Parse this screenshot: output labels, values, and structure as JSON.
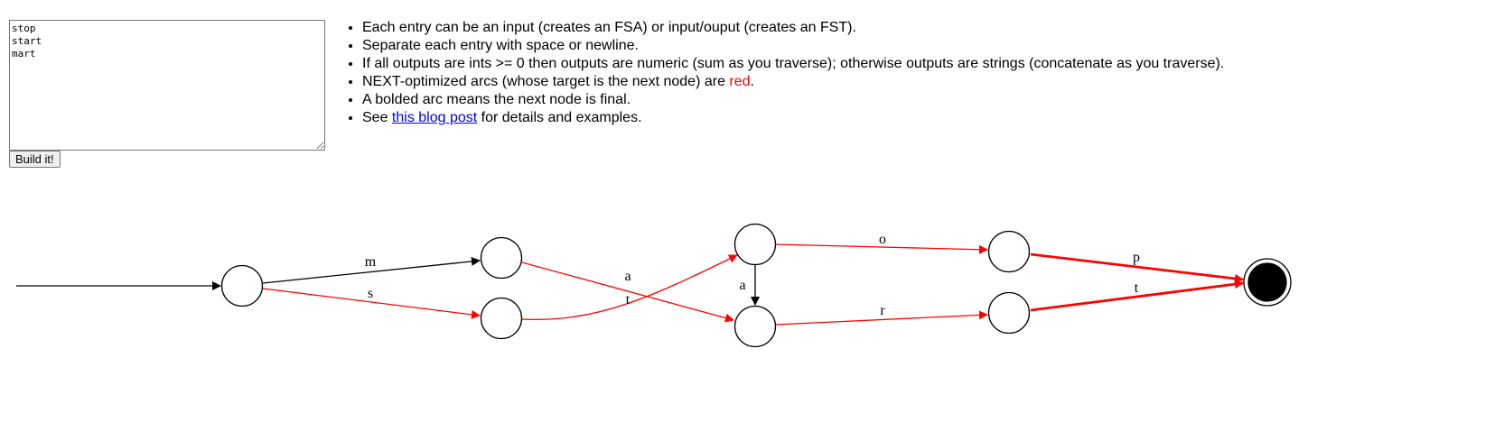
{
  "input": {
    "value": "stop\nstart\nmart"
  },
  "build_button": {
    "label": "Build it!"
  },
  "help": {
    "item1": "Each entry can be an input (creates an FSA) or input/ouput (creates an FST).",
    "item2": "Separate each entry with space or newline.",
    "item3": "If all outputs are ints >= 0 then outputs are numeric (sum as you traverse); otherwise outputs are strings (concatenate as you traverse).",
    "item4_before": "NEXT-optimized arcs (whose target is the next node) are ",
    "item4_red": "red",
    "item4_after": ".",
    "item5": "A bolded arc means the next node is final.",
    "item6_before": "See ",
    "item6_link": "this blog post",
    "item6_after": " for details and examples."
  },
  "graph": {
    "colors": {
      "next_optimized": "#ff0000",
      "normal": "#000000",
      "final_fill": "#000000"
    },
    "arc_labels": {
      "m": "m",
      "s": "s",
      "a_top": "a",
      "t_mid": "t",
      "a_down": "a",
      "o": "o",
      "r": "r",
      "p": "p",
      "t_final": "t"
    }
  }
}
